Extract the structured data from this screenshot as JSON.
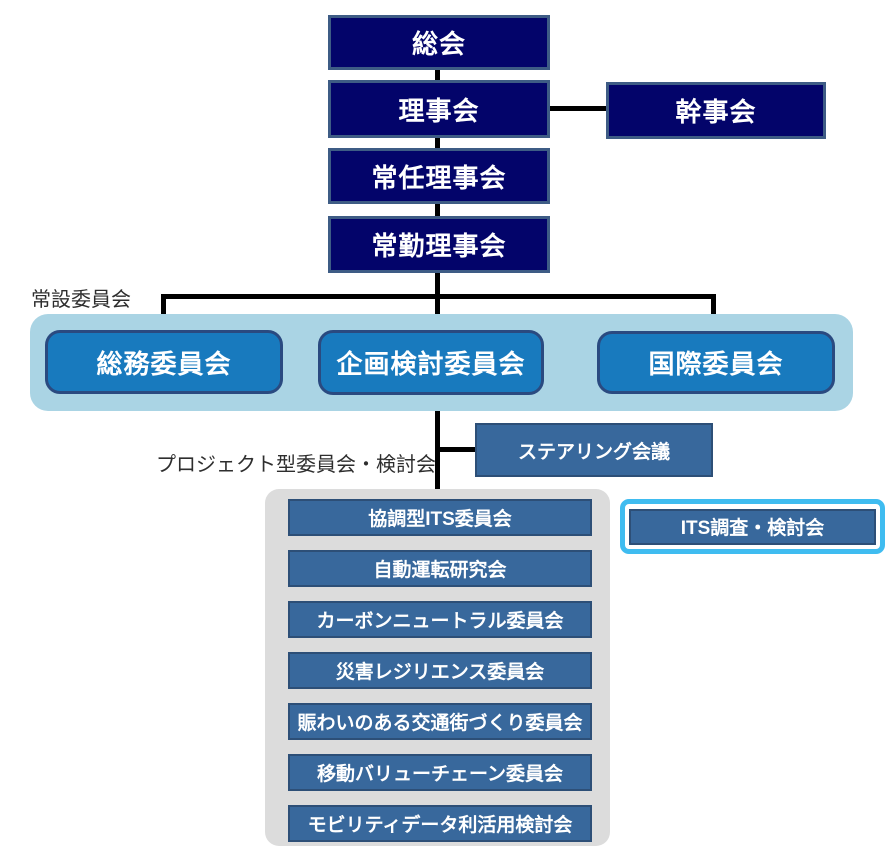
{
  "palette": {
    "navy_fill": "#03046a",
    "navy_border": "#3e5c85",
    "bright_blue_fill": "#187abe",
    "bright_blue_border": "#2a4a80",
    "light_blue_panel": "#aad4e4",
    "steel_fill": "#38689c",
    "steel_border": "#2d4f77",
    "gray_panel": "#dcdcdc",
    "highlight_border": "#3fbcf0",
    "connector": "#000000",
    "text_on_boxes": "#ffffff"
  },
  "chart": {
    "top_boxes": [
      "総会",
      "理事会",
      "常任理事会",
      "常勤理事会"
    ],
    "side_box": "幹事会",
    "standing": {
      "label": "常設委員会",
      "committees": [
        "総務委員会",
        "企画検討委員会",
        "国際委員会"
      ]
    },
    "steering": "ステアリング会議",
    "projects": {
      "label": "プロジェクト型委員会・検討会",
      "items": [
        "協調型ITS委員会",
        "自動運転研究会",
        "カーボンニュートラル委員会",
        "災害レジリエンス委員会",
        "賑わいのある交通街づくり委員会",
        "移動バリューチェーン委員会",
        "モビリティデータ利活用検討会"
      ]
    },
    "highlight": "ITS調査・検討会"
  }
}
